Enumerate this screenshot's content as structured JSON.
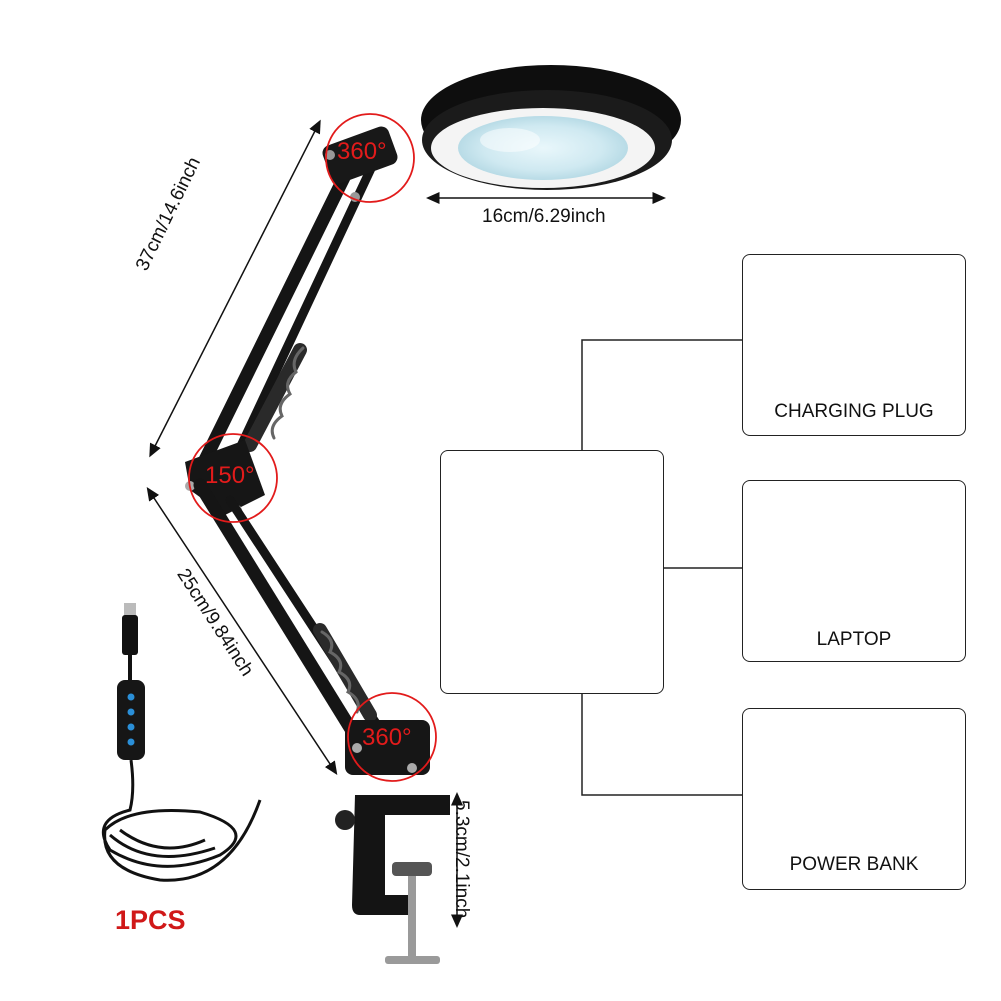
{
  "dimensions": {
    "lens_diameter": "16cm/6.29inch",
    "upper_arm": "37cm/14.6inch",
    "lower_arm": "25cm/9.84inch",
    "clamp_opening": "5.3cm/2.1inch"
  },
  "angles": {
    "head": "360°",
    "elbow": "150°",
    "base": "360°"
  },
  "quantity": "1PCS",
  "power_options": [
    {
      "label": "CHARGING PLUG",
      "icon": "charging-plug-icon"
    },
    {
      "label": "LAPTOP",
      "icon": "laptop-icon"
    },
    {
      "label": "POWER BANK",
      "icon": "power-bank-icon"
    }
  ],
  "colors": {
    "angle_red": "#e21b1b",
    "quantity_red": "#d01818",
    "arm_black": "#151515",
    "lens_blue": "#d7eef5"
  }
}
